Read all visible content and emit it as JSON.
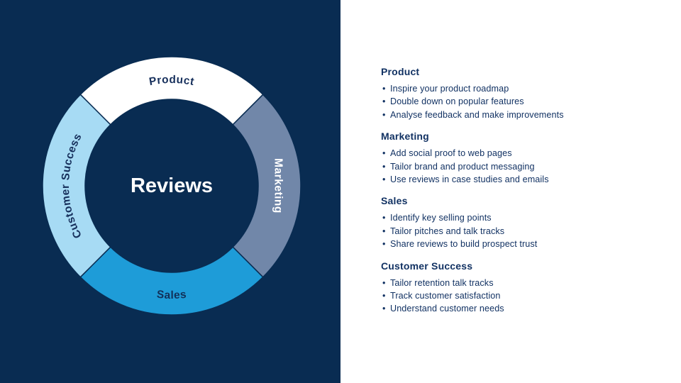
{
  "slide": {
    "left_panel": {
      "bg_color": "#092C52",
      "center_label": "Reviews",
      "center_label_color": "#FFFFFF",
      "donut": {
        "segments": [
          {
            "id": "product",
            "label": "Product",
            "color": "#FFFFFF",
            "label_color": "#17305C",
            "start_deg": 225,
            "end_deg": 315,
            "label_pos": "top"
          },
          {
            "id": "marketing",
            "label": "Marketing",
            "color": "#7187A9",
            "label_color": "#FFFFFF",
            "start_deg": 315,
            "end_deg": 405,
            "label_pos": "right"
          },
          {
            "id": "sales",
            "label": "Sales",
            "color": "#1E9CD8",
            "label_color": "#113059",
            "start_deg": 45,
            "end_deg": 135,
            "label_pos": "bottom"
          },
          {
            "id": "customer-success",
            "label": "Customer Success",
            "color": "#A7DBF4",
            "label_color": "#17305C",
            "start_deg": 135,
            "end_deg": 225,
            "label_pos": "left"
          }
        ]
      }
    },
    "right_panel": {
      "bg_color": "#FFFFFF",
      "text_color": "#123263",
      "sections": [
        {
          "title": "Product",
          "bullets": [
            "Inspire your product roadmap",
            "Double down on popular features",
            "Analyse feedback and make improvements"
          ]
        },
        {
          "title": "Marketing",
          "bullets": [
            "Add social proof to web pages",
            "Tailor brand and product messaging",
            "Use reviews in case studies and emails"
          ]
        },
        {
          "title": "Sales",
          "bullets": [
            "Identify key selling points",
            "Tailor pitches and talk tracks",
            "Share reviews to build prospect trust"
          ]
        },
        {
          "title": "Customer Success",
          "bullets": [
            "Tailor retention talk tracks",
            "Track customer satisfaction",
            "Understand customer needs"
          ]
        }
      ]
    }
  }
}
